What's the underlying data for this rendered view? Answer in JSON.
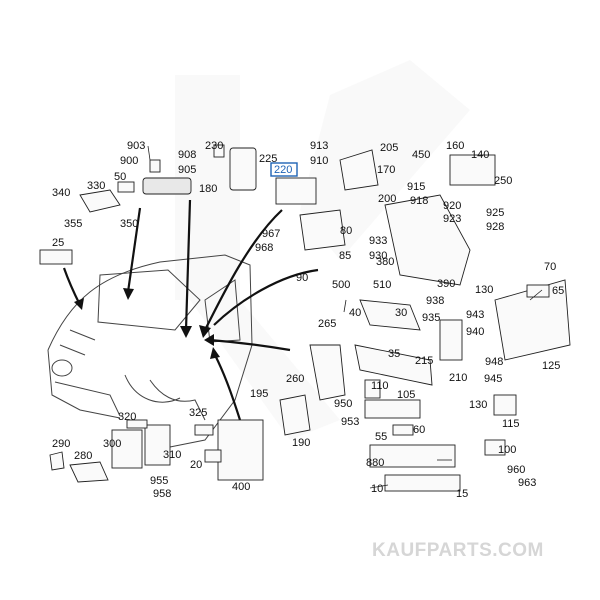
{
  "watermark": "KAUFPARTS.COM",
  "highlight_color": "#1f63b5",
  "labels": {
    "l903": "903",
    "l900": "900",
    "l908": "908",
    "l905": "905",
    "l230": "230",
    "l225": "225",
    "l913": "913",
    "l910": "910",
    "l205": "205",
    "l160": "160",
    "l140": "140",
    "l450": "450",
    "l340": "340",
    "l330": "330",
    "l50": "50",
    "l180": "180",
    "l220": "220",
    "l170": "170",
    "l250": "250",
    "l915": "915",
    "l918": "918",
    "l355": "355",
    "l350": "350",
    "l200": "200",
    "l920": "920",
    "l923": "923",
    "l925": "925",
    "l928": "928",
    "l25": "25",
    "l967": "967",
    "l968": "968",
    "l80": "80",
    "l933": "933",
    "l930": "930",
    "l85": "85",
    "l380": "380",
    "l70": "70",
    "l90": "90",
    "l500": "500",
    "l510": "510",
    "l390": "390",
    "l130a": "130",
    "l65": "65",
    "l40": "40",
    "l265": "265",
    "l30": "30",
    "l938": "938",
    "l935": "935",
    "l943": "943",
    "l940": "940",
    "l35": "35",
    "l215": "215",
    "l948": "948",
    "l260": "260",
    "l110": "110",
    "l210": "210",
    "l945": "945",
    "l125": "125",
    "l195": "195",
    "l950": "950",
    "l105": "105",
    "l320": "320",
    "l325": "325",
    "l953": "953",
    "l130b": "130",
    "l115": "115",
    "l55": "55",
    "l60": "60",
    "l190": "190",
    "l290": "290",
    "l300": "300",
    "l310": "310",
    "l20": "20",
    "l280": "280",
    "l400": "400",
    "l880": "880",
    "l100": "100",
    "l955": "955",
    "l958": "958",
    "l960": "960",
    "l963": "963",
    "l10": "10",
    "l15": "15"
  }
}
